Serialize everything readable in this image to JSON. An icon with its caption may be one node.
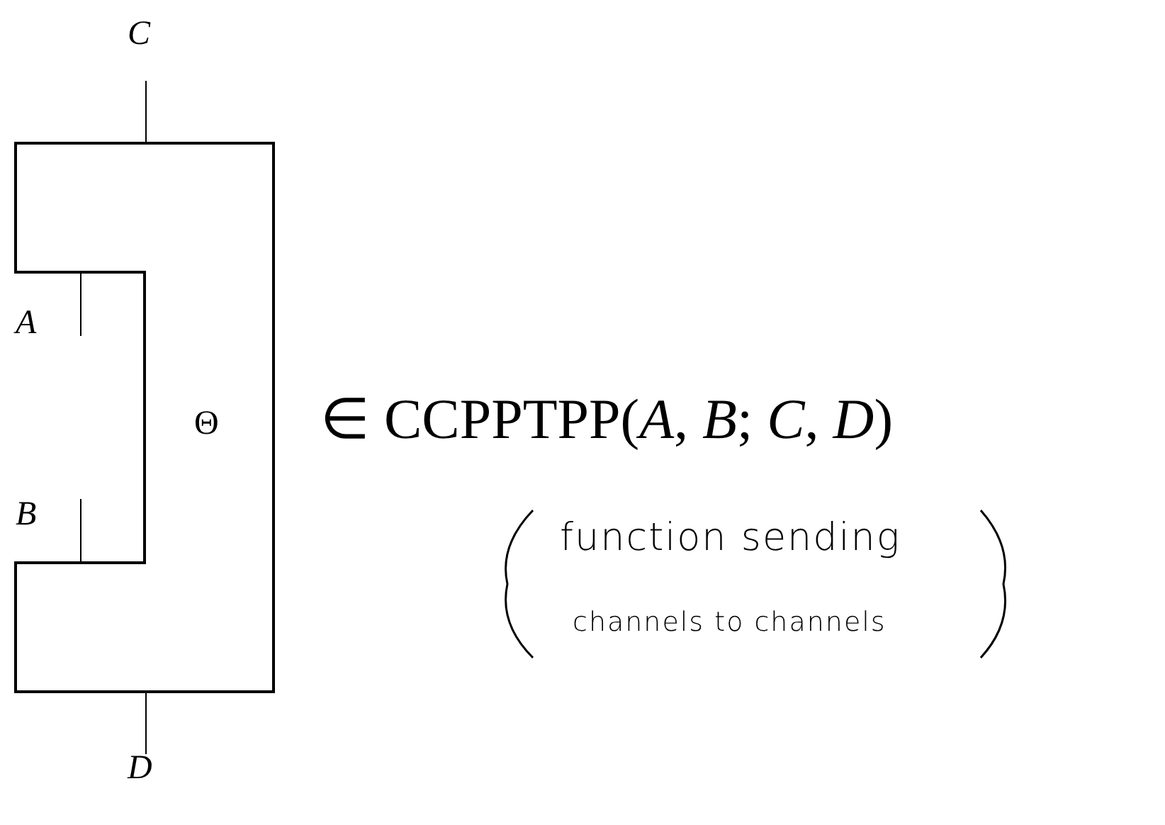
{
  "diagram": {
    "nodes": [
      {
        "text": [
          "Θ"
        ]
      },
      {
        "text": [
          "C"
        ]
      },
      {
        "text": [
          "A"
        ]
      },
      {
        "text": [
          "B"
        ]
      },
      {
        "text": [
          "D"
        ]
      }
    ],
    "edges": [
      {
        "from": 1,
        "to": 0,
        "arrow": "none"
      },
      {
        "from": 2,
        "to": 0,
        "arrow": "none"
      },
      {
        "from": 3,
        "to": 0,
        "arrow": "none"
      },
      {
        "from": 4,
        "to": 0,
        "arrow": "none"
      }
    ],
    "labels": [
      "∈ CCPPTPP(*A*, *B*; *C*, *D*)",
      "function sending",
      "channels to channels"
    ]
  }
}
